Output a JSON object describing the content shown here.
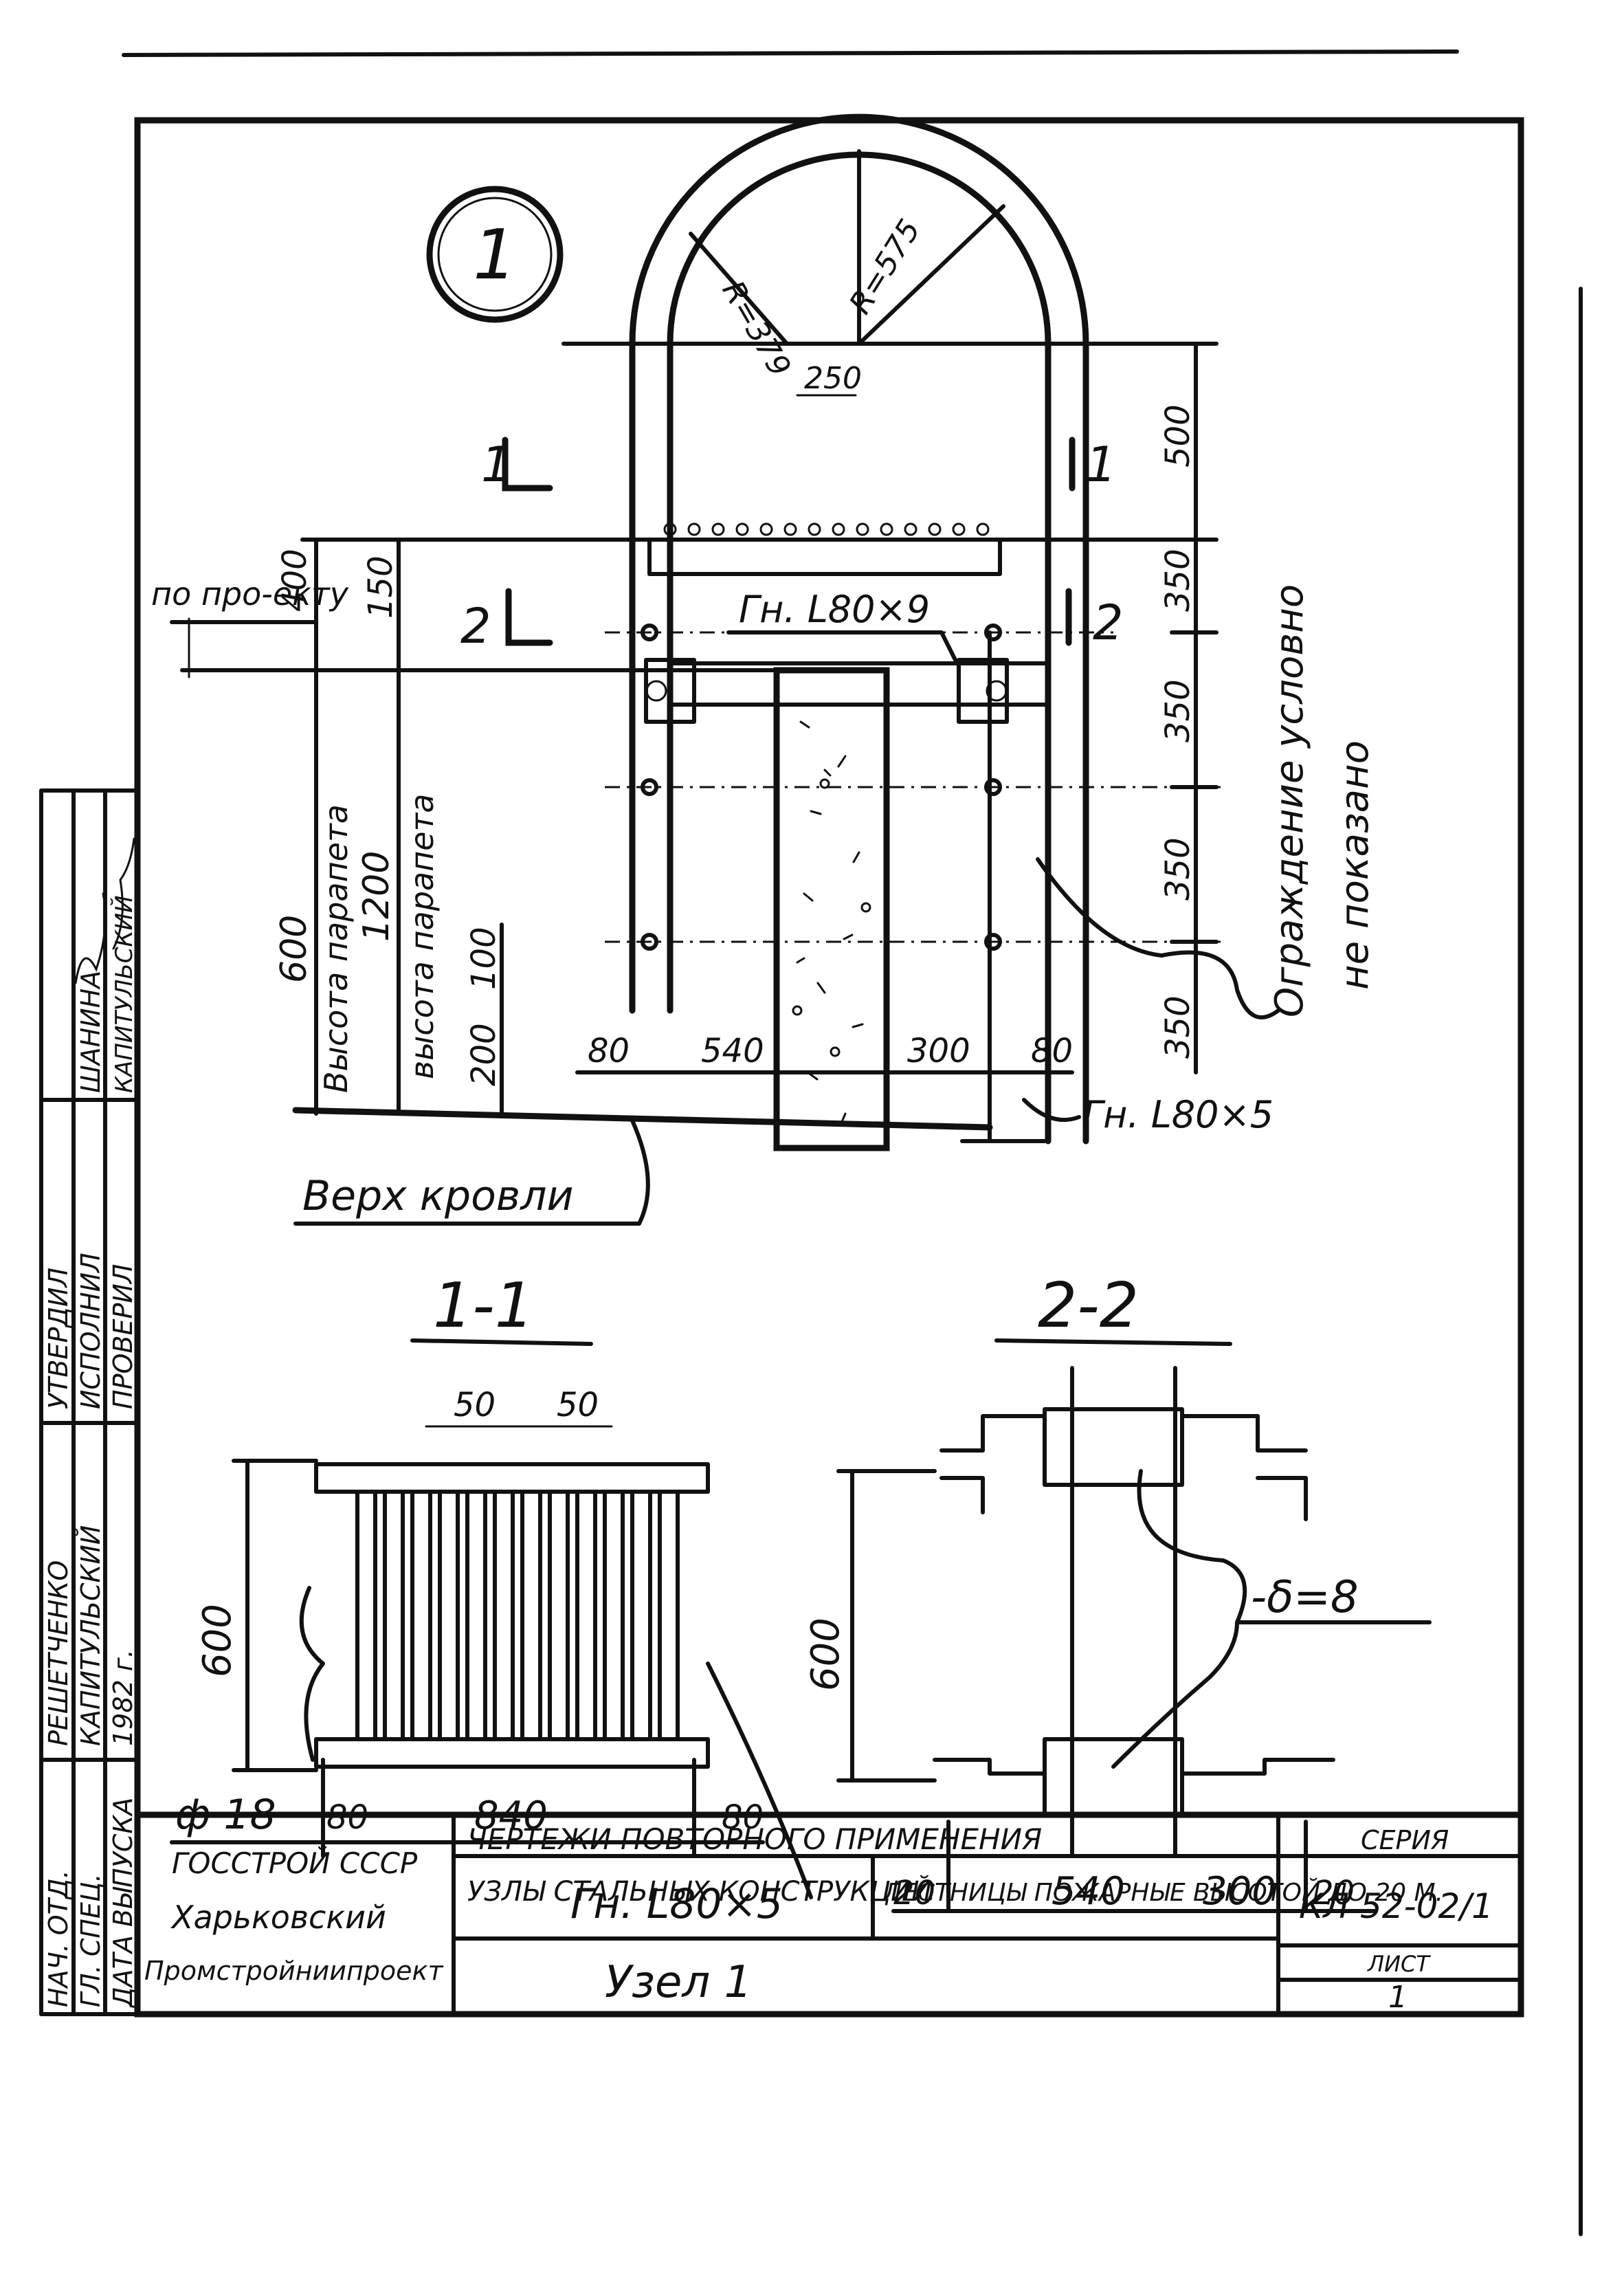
{
  "detail": {
    "node_number": "1",
    "radius_inner": "R=379",
    "radius_outer": "R=575",
    "dim_250": "250",
    "section_1": "1",
    "section_2": "2",
    "profile_top": "Гн. L80×9",
    "profile_bottom": "Гн. L80×5",
    "note_project": "по про-екту",
    "dim_400": "400",
    "dim_150": "150",
    "dim_600": "600",
    "label_parapet_height_1": "Высота парапета",
    "dim_1200": "1200",
    "label_parapet_height_2": "высота парапета",
    "dim_100": "100",
    "dim_200": "200",
    "dim_80_left": "80",
    "dim_540": "540",
    "dim_300": "300",
    "dim_80_right": "80",
    "right_dims": [
      "500",
      "350",
      "350",
      "350",
      "350"
    ],
    "fence_note_1": "Ограждение условно",
    "fence_note_2": "не показано",
    "roof_top": "Верх кровли"
  },
  "section_1_1": {
    "title": "1-1",
    "dim_50a": "50",
    "dim_50b": "50",
    "dim_600": "600",
    "rod_label": "ф 18",
    "dim_80_left": "80",
    "dim_840": "840",
    "dim_80_right": "80",
    "profile": "Гн. L80×5"
  },
  "section_2_2": {
    "title": "2-2",
    "dim_600": "600",
    "plate": "-δ=8",
    "dim_20_left": "20",
    "dim_540": "540",
    "dim_300": "300",
    "dim_20_right": "20"
  },
  "title_block": {
    "org_1": "ГОССТРОЙ СССР",
    "org_2": "Харьковский",
    "org_3": "Промстройниипроект",
    "header": "ЧЕРТЕЖИ ПОВТОРНОГО ПРИМЕНЕНИЯ",
    "subject": "УЗЛЫ СТАЛЬНЫХ КОНСТРУКЦИЙ",
    "object": "ЛЕСТНИЦЫ ПОЖАРНЫЕ ВЫСОТОЙ ДО 20 М.",
    "series_label": "СЕРИЯ",
    "series": "КЛ 52-02/1",
    "sheet_label": "ЛИСТ",
    "sheet": "1",
    "node": "Узел 1"
  },
  "side_stamp": {
    "rows": [
      {
        "role": "НАЧ. ОТД.",
        "name": "РЕШЕТЧЕНКО"
      },
      {
        "role": "ГЛ. СПЕЦ.",
        "name": "КАПИТУЛЬСКИЙ"
      },
      {
        "role": "ДАТА ВЫПУСКА",
        "name": "1982 г."
      },
      {
        "role": "УТВЕРДИЛ",
        "name": "ИСПОЛНИЛ"
      },
      {
        "role": "ПРОВЕРИЛ",
        "name": "ШАНИНА"
      },
      {
        "role": "",
        "name": "КАПИТУЛЬСКИЙ"
      }
    ]
  }
}
